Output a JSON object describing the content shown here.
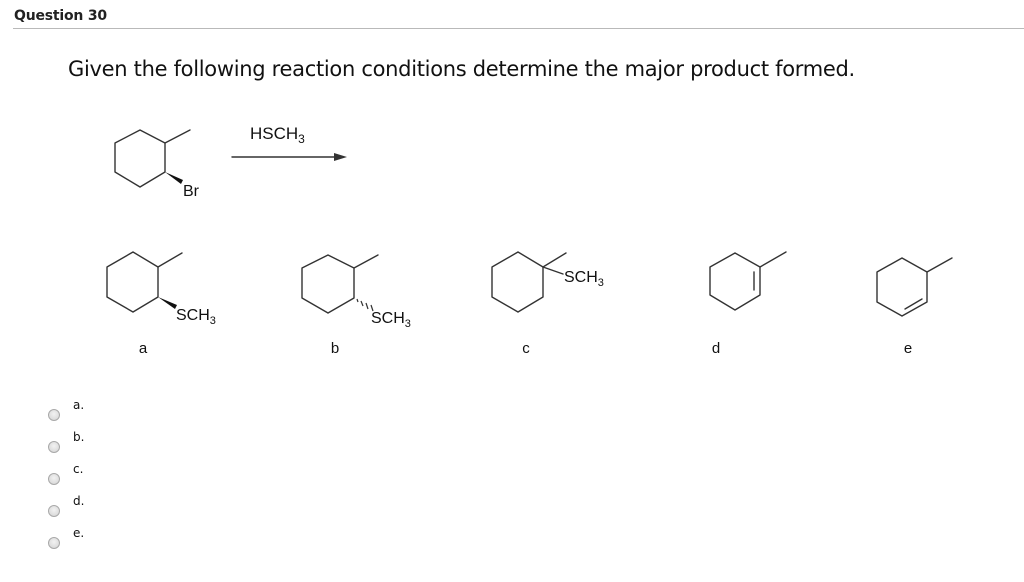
{
  "question": {
    "header": "Question 30",
    "prompt": "Given the following reaction conditions determine the major product formed."
  },
  "reaction": {
    "reactant": {
      "name": "2-bromo-1-methylcyclohexane",
      "substituent_label": "Br",
      "substituent_bond": "wedge"
    },
    "reagent": {
      "label_main": "HSCH",
      "label_sub": "3"
    },
    "arrow": "right-arrow"
  },
  "products": [
    {
      "id": "a",
      "label": "a",
      "substituent_main": "SCH",
      "substituent_sub": "3",
      "bond": "wedge"
    },
    {
      "id": "b",
      "label": "b",
      "substituent_main": "SCH",
      "substituent_sub": "3",
      "bond": "hash"
    },
    {
      "id": "c",
      "label": "c",
      "substituent_main": "SCH",
      "substituent_sub": "3",
      "bond": "plain"
    },
    {
      "id": "d",
      "label": "d",
      "structure": "1-methylcyclohexene"
    },
    {
      "id": "e",
      "label": "e",
      "structure": "3-methylcyclohexene"
    }
  ],
  "choices": [
    {
      "label": "a.",
      "selected": false
    },
    {
      "label": "b.",
      "selected": false
    },
    {
      "label": "c.",
      "selected": false
    },
    {
      "label": "d.",
      "selected": false
    },
    {
      "label": "e.",
      "selected": false
    }
  ],
  "colors": {
    "rule": "#b9b9b9",
    "bond": "#333333",
    "text": "#111111"
  }
}
